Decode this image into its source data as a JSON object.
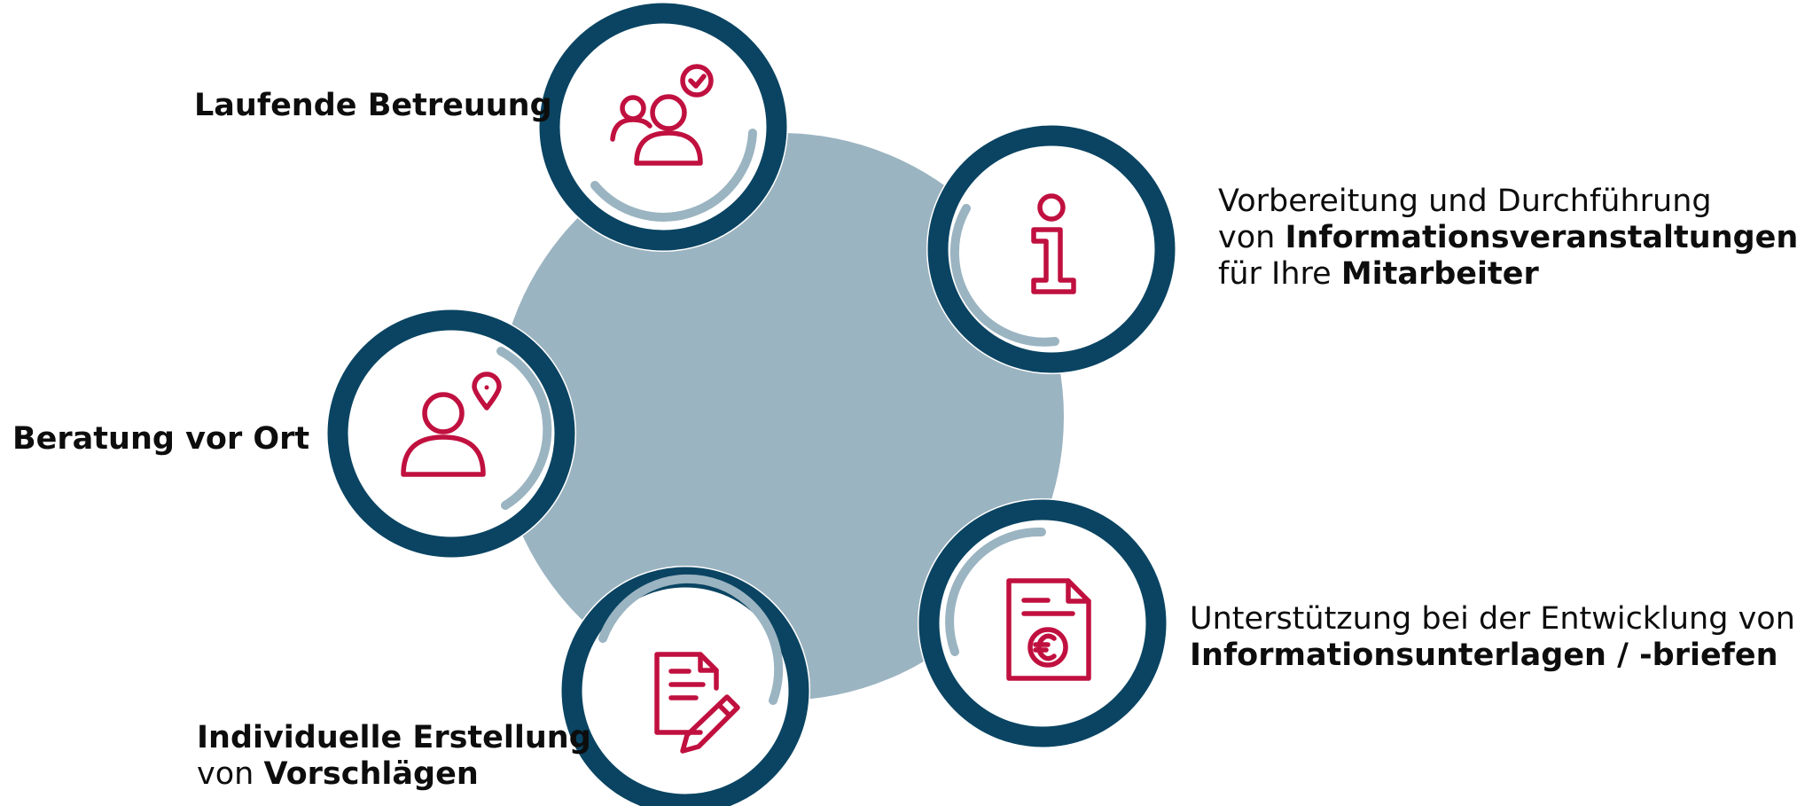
{
  "colors": {
    "center_disc": "#9bb4c1",
    "ring_outer": "#0a4462",
    "ring_accent": "#9bb4c1",
    "icon": "#c0103f",
    "text": "#0d0d0d"
  },
  "items": [
    {
      "icon": "people-check-icon",
      "lines": [
        [
          {
            "text": "Laufende Betreuung",
            "bold": true
          }
        ]
      ]
    },
    {
      "icon": "info-icon",
      "lines": [
        [
          {
            "text": "Vorbereitung und Durchführung",
            "bold": false
          }
        ],
        [
          {
            "text": "von ",
            "bold": false
          },
          {
            "text": "Informationsveranstaltungen",
            "bold": true
          }
        ],
        [
          {
            "text": "für Ihre ",
            "bold": false
          },
          {
            "text": "Mitarbeiter",
            "bold": true
          }
        ]
      ]
    },
    {
      "icon": "person-location-icon",
      "lines": [
        [
          {
            "text": "Beratung vor Ort",
            "bold": true
          }
        ]
      ]
    },
    {
      "icon": "document-euro-icon",
      "lines": [
        [
          {
            "text": "Unterstützung bei der Entwicklung von",
            "bold": false
          }
        ],
        [
          {
            "text": "Informationsunterlagen / -briefen",
            "bold": true
          }
        ]
      ]
    },
    {
      "icon": "document-pencil-icon",
      "lines": [
        [
          {
            "text": "Individuelle Erstellung",
            "bold": true
          }
        ],
        [
          {
            "text": "von ",
            "bold": false
          },
          {
            "text": "Vorschlägen",
            "bold": true
          }
        ]
      ]
    }
  ]
}
